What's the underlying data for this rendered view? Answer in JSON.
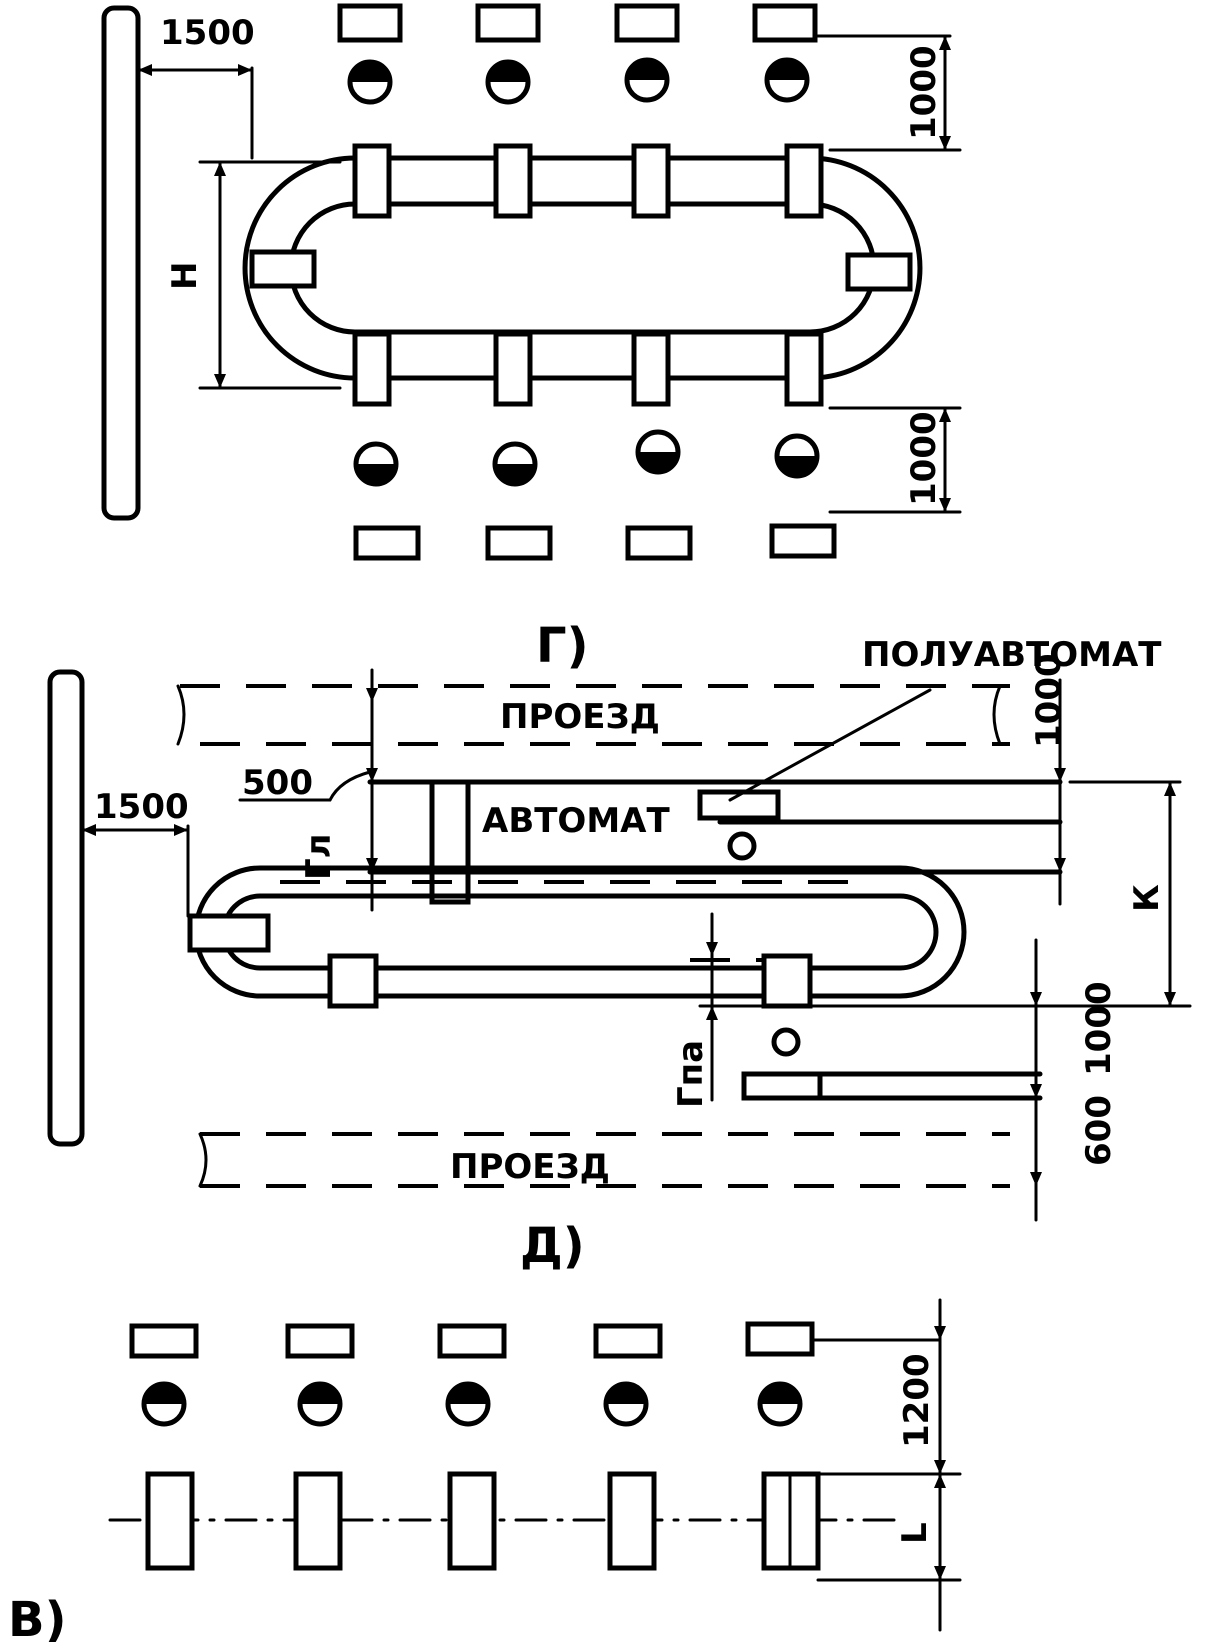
{
  "dimensions": {
    "top_wall_offset": "1500",
    "top_upper_gap": "1000",
    "top_lower_gap": "1000",
    "top_loop_height": "Н",
    "mid_wall_offset": "1500",
    "mid_passage_gap": "1000",
    "mid_gap_500": "500",
    "mid_ga": "Гл",
    "mid_width_k": "К",
    "mid_gpa": "Гпа",
    "mid_lower_1000": "1000",
    "mid_lower_600": "600",
    "bot_gap_1200": "1200",
    "bot_l": "L"
  },
  "labels": {
    "fig_g": "Г)",
    "fig_d": "Д)",
    "fig_v": "В)",
    "passage_top": "ПРОЕЗД",
    "passage_bottom": "ПРОЕЗД",
    "automat": "АВТОМАТ",
    "semi_automat": "ПОЛУАВТОМАТ"
  }
}
